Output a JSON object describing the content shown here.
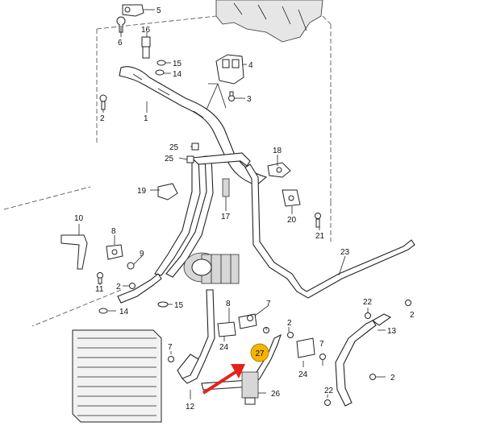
{
  "diagram": {
    "highlight_color": "#f4b400",
    "arrow_color": "#e4231c",
    "callouts": [
      {
        "id": "c5",
        "text": "5"
      },
      {
        "id": "c6",
        "text": "6"
      },
      {
        "id": "c16",
        "text": "16"
      },
      {
        "id": "c15a",
        "text": "15"
      },
      {
        "id": "c14a",
        "text": "14"
      },
      {
        "id": "c4",
        "text": "4"
      },
      {
        "id": "c3",
        "text": "3"
      },
      {
        "id": "c2a",
        "text": "2"
      },
      {
        "id": "c1",
        "text": "1"
      },
      {
        "id": "c25a",
        "text": "25"
      },
      {
        "id": "c25b",
        "text": "25"
      },
      {
        "id": "c18",
        "text": "18"
      },
      {
        "id": "c19",
        "text": "19"
      },
      {
        "id": "c17",
        "text": "17"
      },
      {
        "id": "c20",
        "text": "20"
      },
      {
        "id": "c10",
        "text": "10"
      },
      {
        "id": "c8a",
        "text": "8"
      },
      {
        "id": "c9",
        "text": "9"
      },
      {
        "id": "c21",
        "text": "21"
      },
      {
        "id": "c23",
        "text": "23"
      },
      {
        "id": "c11",
        "text": "11"
      },
      {
        "id": "c2b",
        "text": "2"
      },
      {
        "id": "c14b",
        "text": "14"
      },
      {
        "id": "c15b",
        "text": "15"
      },
      {
        "id": "c8b",
        "text": "8"
      },
      {
        "id": "c7a",
        "text": "7"
      },
      {
        "id": "c2c",
        "text": "2"
      },
      {
        "id": "c22a",
        "text": "22"
      },
      {
        "id": "c13",
        "text": "13"
      },
      {
        "id": "c24a",
        "text": "24"
      },
      {
        "id": "c2d",
        "text": "2"
      },
      {
        "id": "c7b",
        "text": "7"
      },
      {
        "id": "c24b",
        "text": "24"
      },
      {
        "id": "c7c",
        "text": "7"
      },
      {
        "id": "c2e",
        "text": "2"
      },
      {
        "id": "c26",
        "text": "26"
      },
      {
        "id": "c22b",
        "text": "22"
      },
      {
        "id": "c12",
        "text": "12"
      }
    ],
    "highlighted_callout": {
      "text": "27"
    }
  }
}
